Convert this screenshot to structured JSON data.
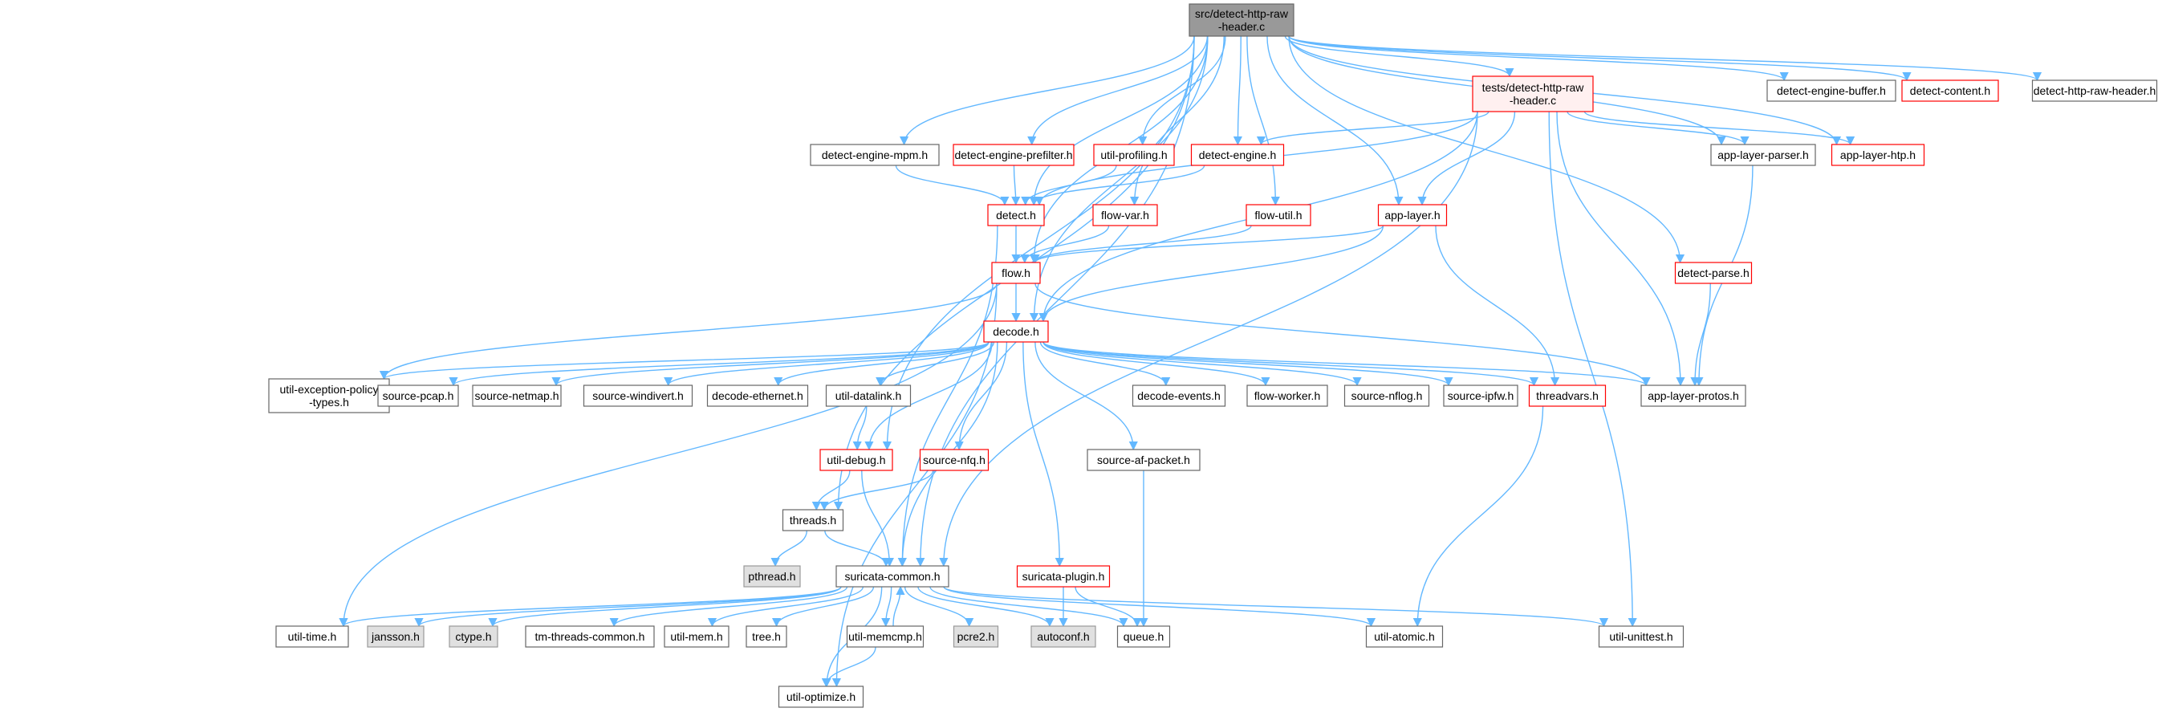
{
  "colors": {
    "edge": "#63b8ff",
    "root_fill": "#999999",
    "border_red": "#ff0000",
    "border_black": "#666666",
    "fill_white": "#ffffff",
    "fill_pink": "#fff0f0",
    "fill_gray": "#e0e0e0",
    "border_gray": "#999999"
  },
  "nodes": [
    {
      "id": "root",
      "lines": [
        "src/detect-http-raw",
        "-header.c"
      ],
      "style": "root"
    },
    {
      "id": "tests",
      "lines": [
        "tests/detect-http-raw",
        "-header.c"
      ],
      "style": "red-pink"
    },
    {
      "id": "deb",
      "lines": [
        "detect-engine-buffer.h"
      ],
      "style": "black"
    },
    {
      "id": "dcont",
      "lines": [
        "detect-content.h"
      ],
      "style": "red"
    },
    {
      "id": "dhrh",
      "lines": [
        "detect-http-raw-header.h"
      ],
      "style": "black"
    },
    {
      "id": "dem",
      "lines": [
        "detect-engine-mpm.h"
      ],
      "style": "black"
    },
    {
      "id": "dep",
      "lines": [
        "detect-engine-prefilter.h"
      ],
      "style": "red"
    },
    {
      "id": "uprof",
      "lines": [
        "util-profiling.h"
      ],
      "style": "red"
    },
    {
      "id": "deng",
      "lines": [
        "detect-engine.h"
      ],
      "style": "red"
    },
    {
      "id": "alp",
      "lines": [
        "app-layer-parser.h"
      ],
      "style": "black"
    },
    {
      "id": "alhtp",
      "lines": [
        "app-layer-htp.h"
      ],
      "style": "red"
    },
    {
      "id": "detect",
      "lines": [
        "detect.h"
      ],
      "style": "red"
    },
    {
      "id": "flowvar",
      "lines": [
        "flow-var.h"
      ],
      "style": "red"
    },
    {
      "id": "flowutil",
      "lines": [
        "flow-util.h"
      ],
      "style": "red"
    },
    {
      "id": "applayer",
      "lines": [
        "app-layer.h"
      ],
      "style": "red"
    },
    {
      "id": "dparse",
      "lines": [
        "detect-parse.h"
      ],
      "style": "red"
    },
    {
      "id": "flow",
      "lines": [
        "flow.h"
      ],
      "style": "red"
    },
    {
      "id": "decode",
      "lines": [
        "decode.h"
      ],
      "style": "red"
    },
    {
      "id": "uexc",
      "lines": [
        "util-exception-policy",
        "-types.h"
      ],
      "style": "black"
    },
    {
      "id": "spcap",
      "lines": [
        "source-pcap.h"
      ],
      "style": "black"
    },
    {
      "id": "snetmap",
      "lines": [
        "source-netmap.h"
      ],
      "style": "black"
    },
    {
      "id": "swind",
      "lines": [
        "source-windivert.h"
      ],
      "style": "black"
    },
    {
      "id": "deth",
      "lines": [
        "decode-ethernet.h"
      ],
      "style": "black"
    },
    {
      "id": "udl",
      "lines": [
        "util-datalink.h"
      ],
      "style": "black"
    },
    {
      "id": "devents",
      "lines": [
        "decode-events.h"
      ],
      "style": "black"
    },
    {
      "id": "fworker",
      "lines": [
        "flow-worker.h"
      ],
      "style": "black"
    },
    {
      "id": "snflog",
      "lines": [
        "source-nflog.h"
      ],
      "style": "black"
    },
    {
      "id": "sipfw",
      "lines": [
        "source-ipfw.h"
      ],
      "style": "black"
    },
    {
      "id": "tvars",
      "lines": [
        "threadvars.h"
      ],
      "style": "red"
    },
    {
      "id": "alprotos",
      "lines": [
        "app-layer-protos.h"
      ],
      "style": "black"
    },
    {
      "id": "udebug",
      "lines": [
        "util-debug.h"
      ],
      "style": "red"
    },
    {
      "id": "snfq",
      "lines": [
        "source-nfq.h"
      ],
      "style": "red"
    },
    {
      "id": "safp",
      "lines": [
        "source-af-packet.h"
      ],
      "style": "black"
    },
    {
      "id": "threads",
      "lines": [
        "threads.h"
      ],
      "style": "black"
    },
    {
      "id": "pthread",
      "lines": [
        "pthread.h"
      ],
      "style": "gray"
    },
    {
      "id": "scommon",
      "lines": [
        "suricata-common.h"
      ],
      "style": "black"
    },
    {
      "id": "splugin",
      "lines": [
        "suricata-plugin.h"
      ],
      "style": "red"
    },
    {
      "id": "utime",
      "lines": [
        "util-time.h"
      ],
      "style": "black"
    },
    {
      "id": "jansson",
      "lines": [
        "jansson.h"
      ],
      "style": "gray"
    },
    {
      "id": "ctype",
      "lines": [
        "ctype.h"
      ],
      "style": "gray"
    },
    {
      "id": "tmtc",
      "lines": [
        "tm-threads-common.h"
      ],
      "style": "black"
    },
    {
      "id": "umem",
      "lines": [
        "util-mem.h"
      ],
      "style": "black"
    },
    {
      "id": "tree",
      "lines": [
        "tree.h"
      ],
      "style": "black"
    },
    {
      "id": "umemcmp",
      "lines": [
        "util-memcmp.h"
      ],
      "style": "black"
    },
    {
      "id": "pcre2",
      "lines": [
        "pcre2.h"
      ],
      "style": "gray"
    },
    {
      "id": "autoconf",
      "lines": [
        "autoconf.h"
      ],
      "style": "gray"
    },
    {
      "id": "queue",
      "lines": [
        "queue.h"
      ],
      "style": "black"
    },
    {
      "id": "uatomic",
      "lines": [
        "util-atomic.h"
      ],
      "style": "black"
    },
    {
      "id": "uunit",
      "lines": [
        "util-unittest.h"
      ],
      "style": "black"
    },
    {
      "id": "uopt",
      "lines": [
        "util-optimize.h"
      ],
      "style": "black"
    }
  ],
  "edges": [
    [
      "root",
      "deb"
    ],
    [
      "root",
      "dcont"
    ],
    [
      "root",
      "dhrh"
    ],
    [
      "root",
      "tests"
    ],
    [
      "root",
      "dem"
    ],
    [
      "root",
      "dep"
    ],
    [
      "root",
      "uprof"
    ],
    [
      "root",
      "deng"
    ],
    [
      "root",
      "alp"
    ],
    [
      "root",
      "alhtp"
    ],
    [
      "root",
      "detect"
    ],
    [
      "root",
      "flowvar"
    ],
    [
      "root",
      "flowutil"
    ],
    [
      "root",
      "applayer"
    ],
    [
      "root",
      "dparse"
    ],
    [
      "root",
      "flow"
    ],
    [
      "root",
      "decode"
    ],
    [
      "root",
      "udebug"
    ],
    [
      "root",
      "threads"
    ],
    [
      "root",
      "scommon"
    ],
    [
      "tests",
      "deng"
    ],
    [
      "tests",
      "alp"
    ],
    [
      "tests",
      "alhtp"
    ],
    [
      "tests",
      "detect"
    ],
    [
      "tests",
      "applayer"
    ],
    [
      "tests",
      "decode"
    ],
    [
      "tests",
      "alprotos"
    ],
    [
      "tests",
      "scommon"
    ],
    [
      "tests",
      "uunit"
    ],
    [
      "dem",
      "detect"
    ],
    [
      "dep",
      "detect"
    ],
    [
      "uprof",
      "detect"
    ],
    [
      "deng",
      "detect"
    ],
    [
      "detect",
      "flow"
    ],
    [
      "detect",
      "scommon"
    ],
    [
      "flowvar",
      "flow"
    ],
    [
      "flowutil",
      "flow"
    ],
    [
      "applayer",
      "flow"
    ],
    [
      "applayer",
      "decode"
    ],
    [
      "applayer",
      "tvars"
    ],
    [
      "alp",
      "alprotos"
    ],
    [
      "dparse",
      "alprotos"
    ],
    [
      "flow",
      "decode"
    ],
    [
      "flow",
      "alprotos"
    ],
    [
      "flow",
      "uexc"
    ],
    [
      "flow",
      "utime"
    ],
    [
      "flow",
      "uopt"
    ],
    [
      "decode",
      "uexc"
    ],
    [
      "decode",
      "spcap"
    ],
    [
      "decode",
      "snetmap"
    ],
    [
      "decode",
      "swind"
    ],
    [
      "decode",
      "deth"
    ],
    [
      "decode",
      "udl"
    ],
    [
      "decode",
      "devents"
    ],
    [
      "decode",
      "fworker"
    ],
    [
      "decode",
      "snflog"
    ],
    [
      "decode",
      "sipfw"
    ],
    [
      "decode",
      "tvars"
    ],
    [
      "decode",
      "alprotos"
    ],
    [
      "decode",
      "udebug"
    ],
    [
      "decode",
      "snfq"
    ],
    [
      "decode",
      "safp"
    ],
    [
      "decode",
      "scommon"
    ],
    [
      "decode",
      "splugin"
    ],
    [
      "udl",
      "udebug"
    ],
    [
      "udebug",
      "threads"
    ],
    [
      "udebug",
      "scommon"
    ],
    [
      "snfq",
      "threads"
    ],
    [
      "safp",
      "queue"
    ],
    [
      "tvars",
      "uatomic"
    ],
    [
      "threads",
      "pthread"
    ],
    [
      "threads",
      "scommon"
    ],
    [
      "splugin",
      "autoconf"
    ],
    [
      "splugin",
      "queue"
    ],
    [
      "scommon",
      "utime"
    ],
    [
      "scommon",
      "jansson"
    ],
    [
      "scommon",
      "ctype"
    ],
    [
      "scommon",
      "tmtc"
    ],
    [
      "scommon",
      "umem"
    ],
    [
      "scommon",
      "tree"
    ],
    [
      "scommon",
      "umemcmp"
    ],
    [
      "scommon",
      "pcre2"
    ],
    [
      "scommon",
      "autoconf"
    ],
    [
      "scommon",
      "queue"
    ],
    [
      "scommon",
      "uatomic"
    ],
    [
      "scommon",
      "uunit"
    ],
    [
      "scommon",
      "uopt"
    ],
    [
      "umemcmp",
      "scommon"
    ],
    [
      "umemcmp",
      "uopt"
    ]
  ]
}
